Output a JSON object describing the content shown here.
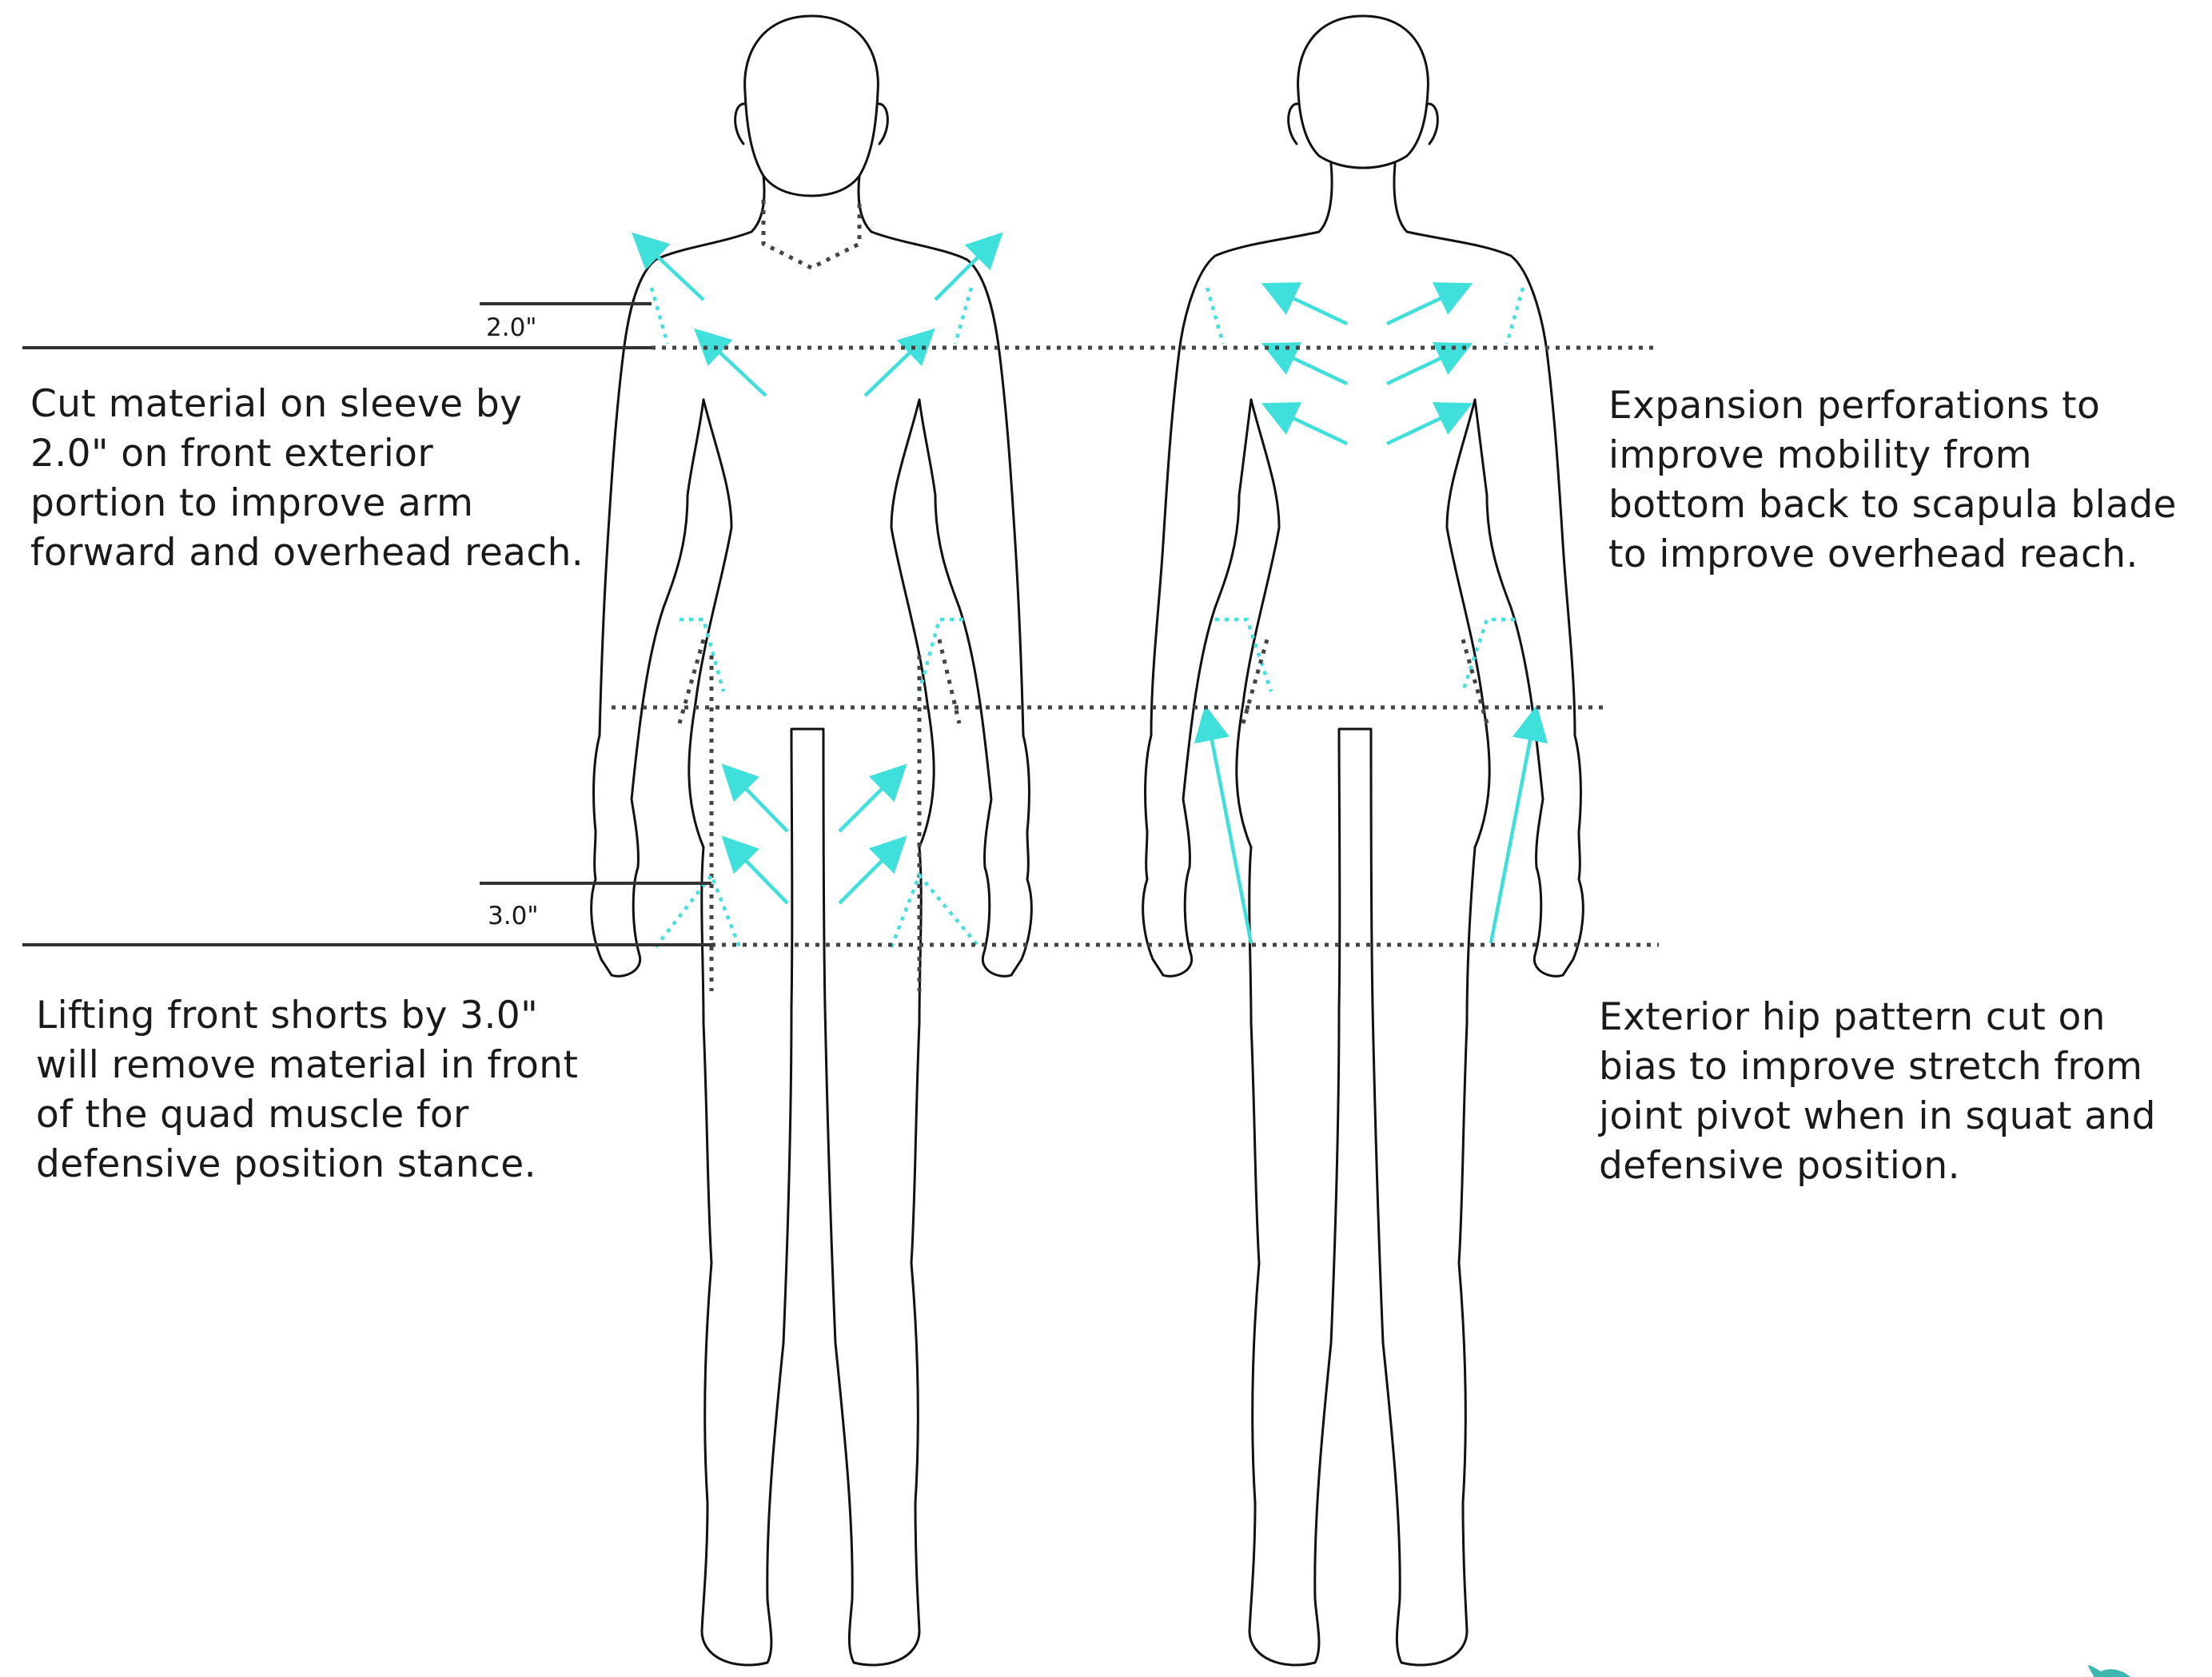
{
  "colors": {
    "accent": "#3fe0db",
    "outline": "#111111",
    "guide": "#444444",
    "logo": "#3fb6b0"
  },
  "notes": {
    "sleeve": {
      "lines": [
        "Cut material on sleeve by",
        "2.0\" on front exterior",
        "portion to improve arm",
        "forward and overhead reach."
      ]
    },
    "shorts": {
      "lines": [
        "Lifting front shorts by 3.0\"",
        "will remove material in front",
        "of the quad muscle for",
        "defensive position stance."
      ]
    },
    "expansion": {
      "lines": [
        "Expansion perforations to",
        "improve mobility from",
        "bottom back to scapula blade",
        "to improve overhead reach."
      ]
    },
    "hip": {
      "lines": [
        "Exterior hip pattern cut on",
        "bias to improve stretch from",
        "joint pivot when in squat and",
        "defensive position."
      ]
    }
  },
  "measurements": {
    "sleeve_offset": "2.0\"",
    "shorts_offset": "3.0\""
  },
  "figures": [
    "front-view",
    "back-view"
  ],
  "icons": [
    "arrow-icon",
    "logo-mark"
  ]
}
